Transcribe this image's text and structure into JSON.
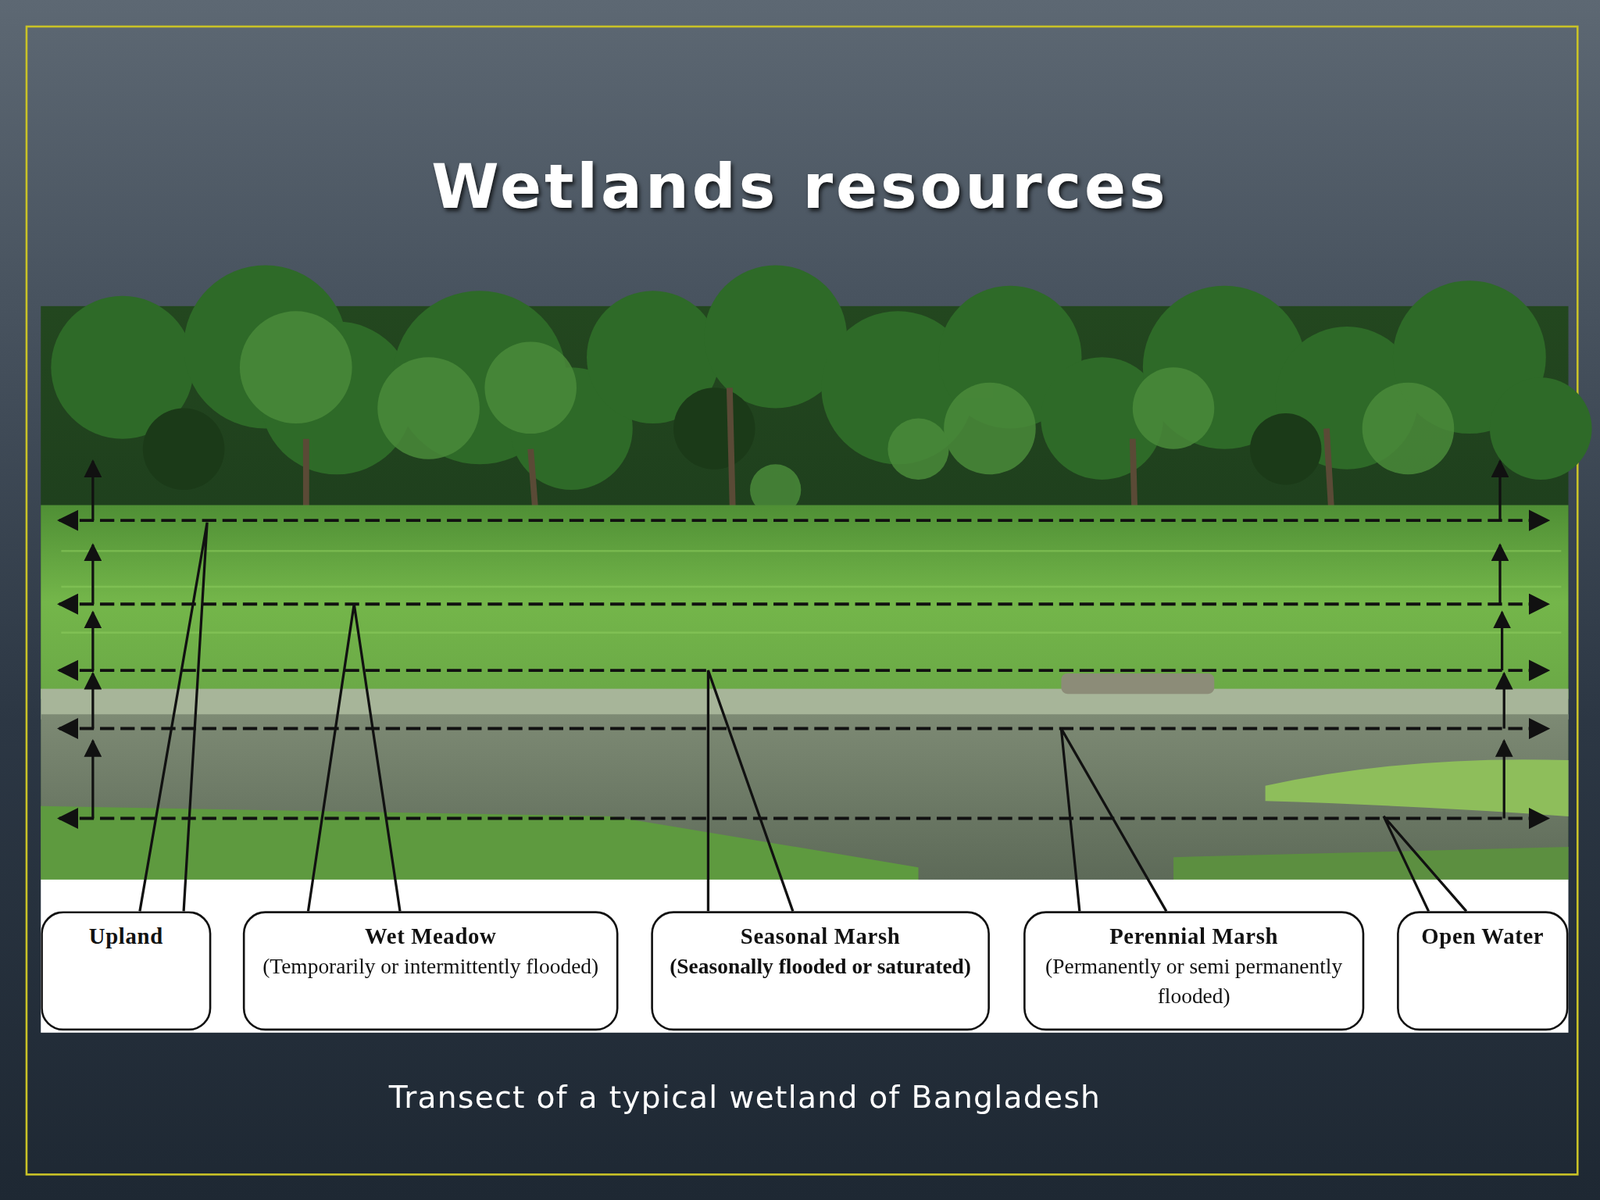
{
  "diagram": {
    "title": "Wetlands resources",
    "caption": "Transect of a typical wetland of Bangladesh",
    "nodes": [
      {
        "text": [
          "Upland"
        ]
      },
      {
        "text": [
          "Wet Meadow",
          "(Temporarily or intermittently flooded)"
        ]
      },
      {
        "text": [
          "Seasonal Marsh",
          "(Seasonally flooded or saturated)"
        ]
      },
      {
        "text": [
          "Perennial Marsh",
          "(Permanently or semi permanently flooded)"
        ]
      },
      {
        "text": [
          "Open Water"
        ]
      }
    ]
  }
}
